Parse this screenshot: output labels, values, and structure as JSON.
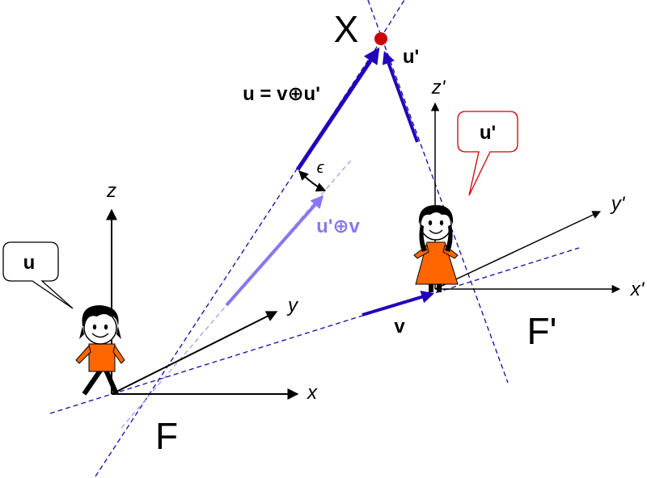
{
  "labels": {
    "event": "X",
    "frame_f": "F",
    "frame_f_prime": "F'",
    "axis_x": "x",
    "axis_y": "y",
    "axis_z": "z",
    "axis_x_prime": "x'",
    "axis_y_prime": "y'",
    "axis_z_prime": "z'",
    "vec_u_main": "u = v⊕u'",
    "vec_u_prime_top": "u'",
    "vec_v": "v",
    "vec_u_prime_plus_v": "u'⊕v",
    "epsilon": "ϵ",
    "bubble_observer_f": "u",
    "bubble_observer_f_prime": "u'"
  },
  "colors": {
    "dark_vector": "#2200bb",
    "light_vector": "#8877ee",
    "event_point": "#cc0000",
    "bubble_f_border": "#000000",
    "bubble_f_prime_border": "#cc0000",
    "character_orange": "#ff6600",
    "dashed_line": "#2200aa"
  },
  "icons": {
    "observer_f": "boy-character-icon",
    "observer_f_prime": "girl-character-icon"
  }
}
